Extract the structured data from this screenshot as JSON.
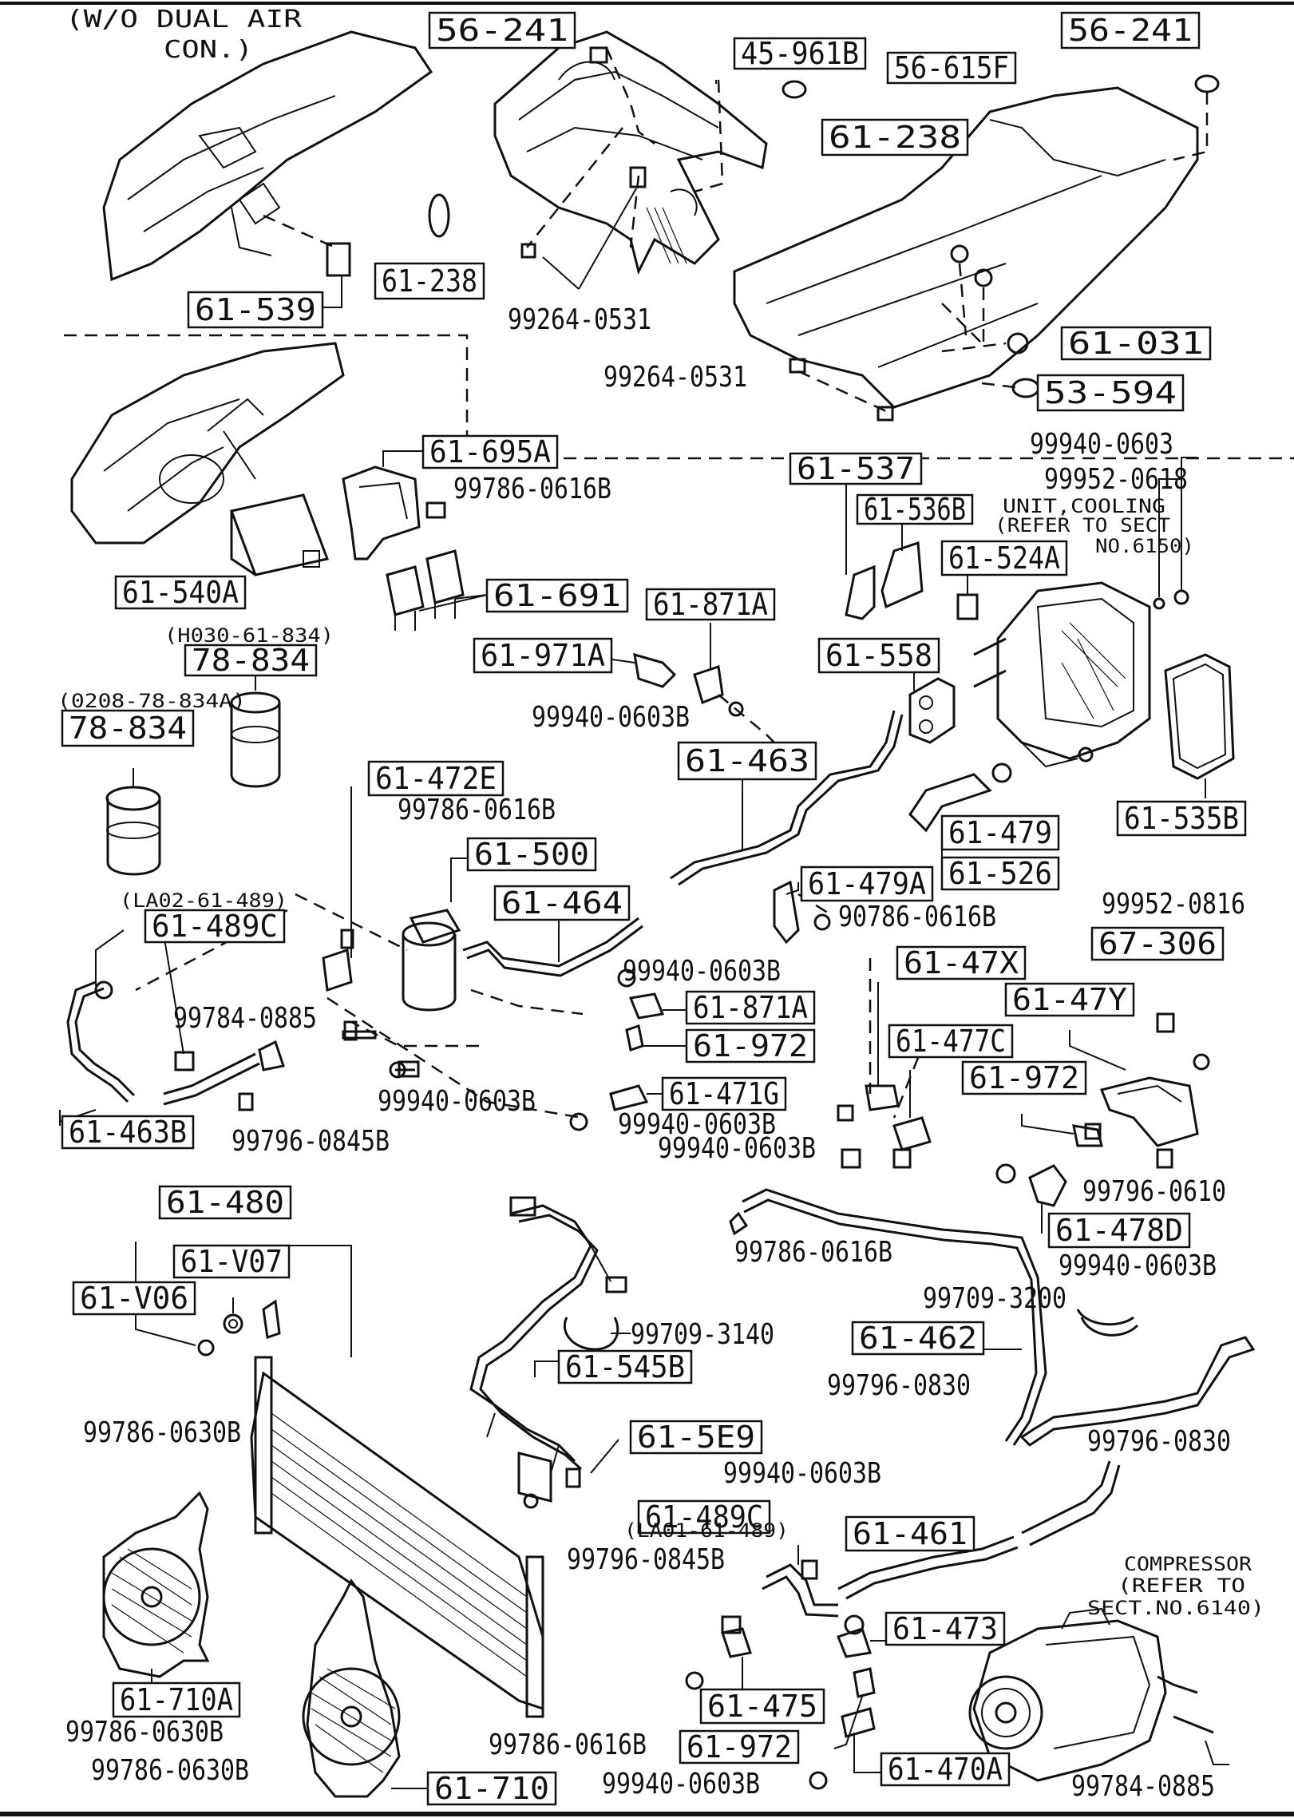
{
  "headings": {
    "top_left_note": "(W/O DUAL AIR",
    "top_left_note2": "CON.)"
  },
  "notes": {
    "cooling_unit": [
      "UNIT,COOLING",
      "(REFER TO SECT",
      "NO.6150)"
    ],
    "compressor": [
      "COMPRESSOR",
      "(REFER TO",
      "SECT.NO.6140)"
    ],
    "h030": "(H030-61-834)",
    "o208": "(0208-78-834A)",
    "la02": "(LA02-61-489)",
    "la01": "(LA01-61-489)"
  },
  "boxed_parts": [
    {
      "id": "b1",
      "text": "56-241"
    },
    {
      "id": "b2",
      "text": "45-961B"
    },
    {
      "id": "b3",
      "text": "56-615F"
    },
    {
      "id": "b4",
      "text": "56-241"
    },
    {
      "id": "b5",
      "text": "61-238"
    },
    {
      "id": "b6",
      "text": "61-238"
    },
    {
      "id": "b7",
      "text": "61-539"
    },
    {
      "id": "b8",
      "text": "61-031"
    },
    {
      "id": "b9",
      "text": "53-594"
    },
    {
      "id": "b10",
      "text": "61-695A"
    },
    {
      "id": "b11",
      "text": "61-537"
    },
    {
      "id": "b12",
      "text": "61-536B"
    },
    {
      "id": "b13",
      "text": "61-524A"
    },
    {
      "id": "b14",
      "text": "61-540A"
    },
    {
      "id": "b15",
      "text": "61-691"
    },
    {
      "id": "b16",
      "text": "61-871A"
    },
    {
      "id": "b17",
      "text": "78-834"
    },
    {
      "id": "b18",
      "text": "61-971A"
    },
    {
      "id": "b19",
      "text": "61-558"
    },
    {
      "id": "b20",
      "text": "78-834"
    },
    {
      "id": "b21",
      "text": "61-463"
    },
    {
      "id": "b22",
      "text": "61-472E"
    },
    {
      "id": "b23",
      "text": "61-479"
    },
    {
      "id": "b24",
      "text": "61-535B"
    },
    {
      "id": "b25",
      "text": "61-500"
    },
    {
      "id": "b26",
      "text": "61-526"
    },
    {
      "id": "b27",
      "text": "61-464"
    },
    {
      "id": "b28",
      "text": "61-479A"
    },
    {
      "id": "b29",
      "text": "61-489C"
    },
    {
      "id": "b30",
      "text": "67-306"
    },
    {
      "id": "b31",
      "text": "61-47X"
    },
    {
      "id": "b32",
      "text": "61-871A"
    },
    {
      "id": "b33",
      "text": "61-47Y"
    },
    {
      "id": "b34",
      "text": "61-972"
    },
    {
      "id": "b35",
      "text": "61-477C"
    },
    {
      "id": "b36",
      "text": "61-471G"
    },
    {
      "id": "b37",
      "text": "61-972"
    },
    {
      "id": "b38",
      "text": "61-463B"
    },
    {
      "id": "b39",
      "text": "61-478D"
    },
    {
      "id": "b40",
      "text": "61-480"
    },
    {
      "id": "b41",
      "text": "61-V07"
    },
    {
      "id": "b42",
      "text": "61-V06"
    },
    {
      "id": "b43",
      "text": "61-462"
    },
    {
      "id": "b44",
      "text": "61-545B"
    },
    {
      "id": "b45",
      "text": "61-5E9"
    },
    {
      "id": "b46",
      "text": "61-489C"
    },
    {
      "id": "b47",
      "text": "61-461"
    },
    {
      "id": "b48",
      "text": "61-473"
    },
    {
      "id": "b49",
      "text": "61-710A"
    },
    {
      "id": "b50",
      "text": "61-475"
    },
    {
      "id": "b51",
      "text": "61-972"
    },
    {
      "id": "b52",
      "text": "61-470A"
    },
    {
      "id": "b53",
      "text": "61-710"
    }
  ],
  "plain_parts": [
    {
      "id": "p1",
      "text": "99264-0531"
    },
    {
      "id": "p2",
      "text": "99264-0531"
    },
    {
      "id": "p3",
      "text": "99940-0603"
    },
    {
      "id": "p4",
      "text": "99952-0618"
    },
    {
      "id": "p5",
      "text": "99786-0616B"
    },
    {
      "id": "p6",
      "text": "99940-0603B"
    },
    {
      "id": "p7",
      "text": "99786-0616B"
    },
    {
      "id": "p8",
      "text": "90786-0616B"
    },
    {
      "id": "p9",
      "text": "99952-0816"
    },
    {
      "id": "p10",
      "text": "99940-0603B"
    },
    {
      "id": "p11",
      "text": "99784-0885"
    },
    {
      "id": "p12",
      "text": "99940-0603B"
    },
    {
      "id": "p13",
      "text": "99940-0603B"
    },
    {
      "id": "p14",
      "text": "99940-0603B"
    },
    {
      "id": "p15",
      "text": "99796-0845B"
    },
    {
      "id": "p16",
      "text": "99796-0610"
    },
    {
      "id": "p17",
      "text": "99786-0616B"
    },
    {
      "id": "p18",
      "text": "99940-0603B"
    },
    {
      "id": "p19",
      "text": "99709-3200"
    },
    {
      "id": "p20",
      "text": "99709-3140"
    },
    {
      "id": "p21",
      "text": "99796-0830"
    },
    {
      "id": "p22",
      "text": "99786-0630B"
    },
    {
      "id": "p23",
      "text": "99796-0830"
    },
    {
      "id": "p24",
      "text": "99940-0603B"
    },
    {
      "id": "p25",
      "text": "99796-0845B"
    },
    {
      "id": "p26",
      "text": "99786-0630B"
    },
    {
      "id": "p27",
      "text": "99786-0616B"
    },
    {
      "id": "p28",
      "text": "99786-0630B"
    },
    {
      "id": "p29",
      "text": "99940-0603B"
    },
    {
      "id": "p30",
      "text": "99784-0885"
    }
  ]
}
